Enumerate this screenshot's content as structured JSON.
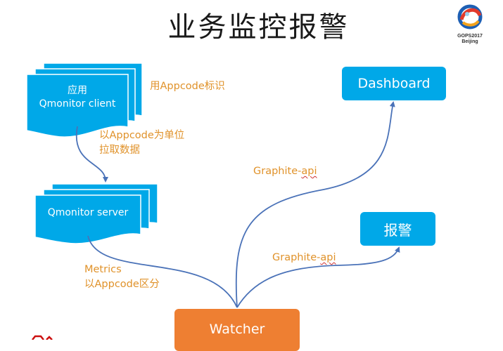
{
  "title": "业务监控报警",
  "logo": {
    "line1": "GOPS2017",
    "line2": "Beijing"
  },
  "nodes": {
    "client": {
      "line1": "应用",
      "line2": "Qmonitor client"
    },
    "server": {
      "label": "Qmonitor server"
    },
    "dashboard": {
      "label": "Dashboard"
    },
    "alarm": {
      "label": "报警"
    },
    "watcher": {
      "label": "Watcher"
    }
  },
  "edges": {
    "client_note": "用Appcode标识",
    "pull_line1": "以Appcode为单位",
    "pull_line2": "拉取数据",
    "metrics_line1": "Metrics",
    "metrics_line2": "以Appcode区分",
    "graphite_top": {
      "text": "Graphite-",
      "underlined": "api"
    },
    "graphite_bottom": {
      "text": "Graphite-",
      "underlined": "api"
    }
  },
  "colors": {
    "blue": "#00a8e8",
    "orange": "#ee7f32",
    "arrow": "#4a72b8",
    "note": "#e0922a"
  }
}
